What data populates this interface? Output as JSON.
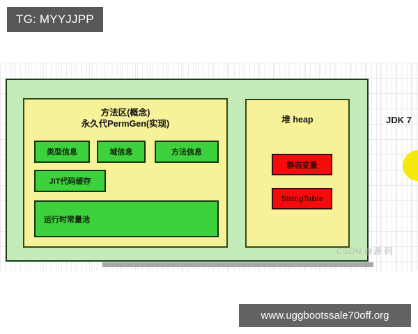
{
  "tag": {
    "label": "TG: MYYJJPP"
  },
  "banner": {
    "url": "www.uggbootssale70off.org"
  },
  "diagram": {
    "jdk_version_label": "JDK 7",
    "watermark": "CSDN @源 码",
    "method_area": {
      "title_concept": "方法区(概念)",
      "title_impl": "永久代PermGen(实现)",
      "boxes": [
        {
          "label": "类型信息"
        },
        {
          "label": "域信息"
        },
        {
          "label": "方法信息"
        },
        {
          "label": "JIT代码缓存"
        },
        {
          "label": "运行时常量池"
        }
      ]
    },
    "heap": {
      "title": "堆 heap",
      "boxes": [
        {
          "label": "静态变量"
        },
        {
          "label": "StringTable"
        }
      ]
    },
    "colors": {
      "card_background": "#c5ecb8",
      "card_border": "#1d3b1b",
      "panel_background": "#f7f29a",
      "panel_border": "#2e4a14",
      "green_box": "#3ed13e",
      "red_box": "#f50b0b",
      "circle": "#f5e80b",
      "tag_background": "#575757",
      "banner_background": "#636363"
    }
  }
}
